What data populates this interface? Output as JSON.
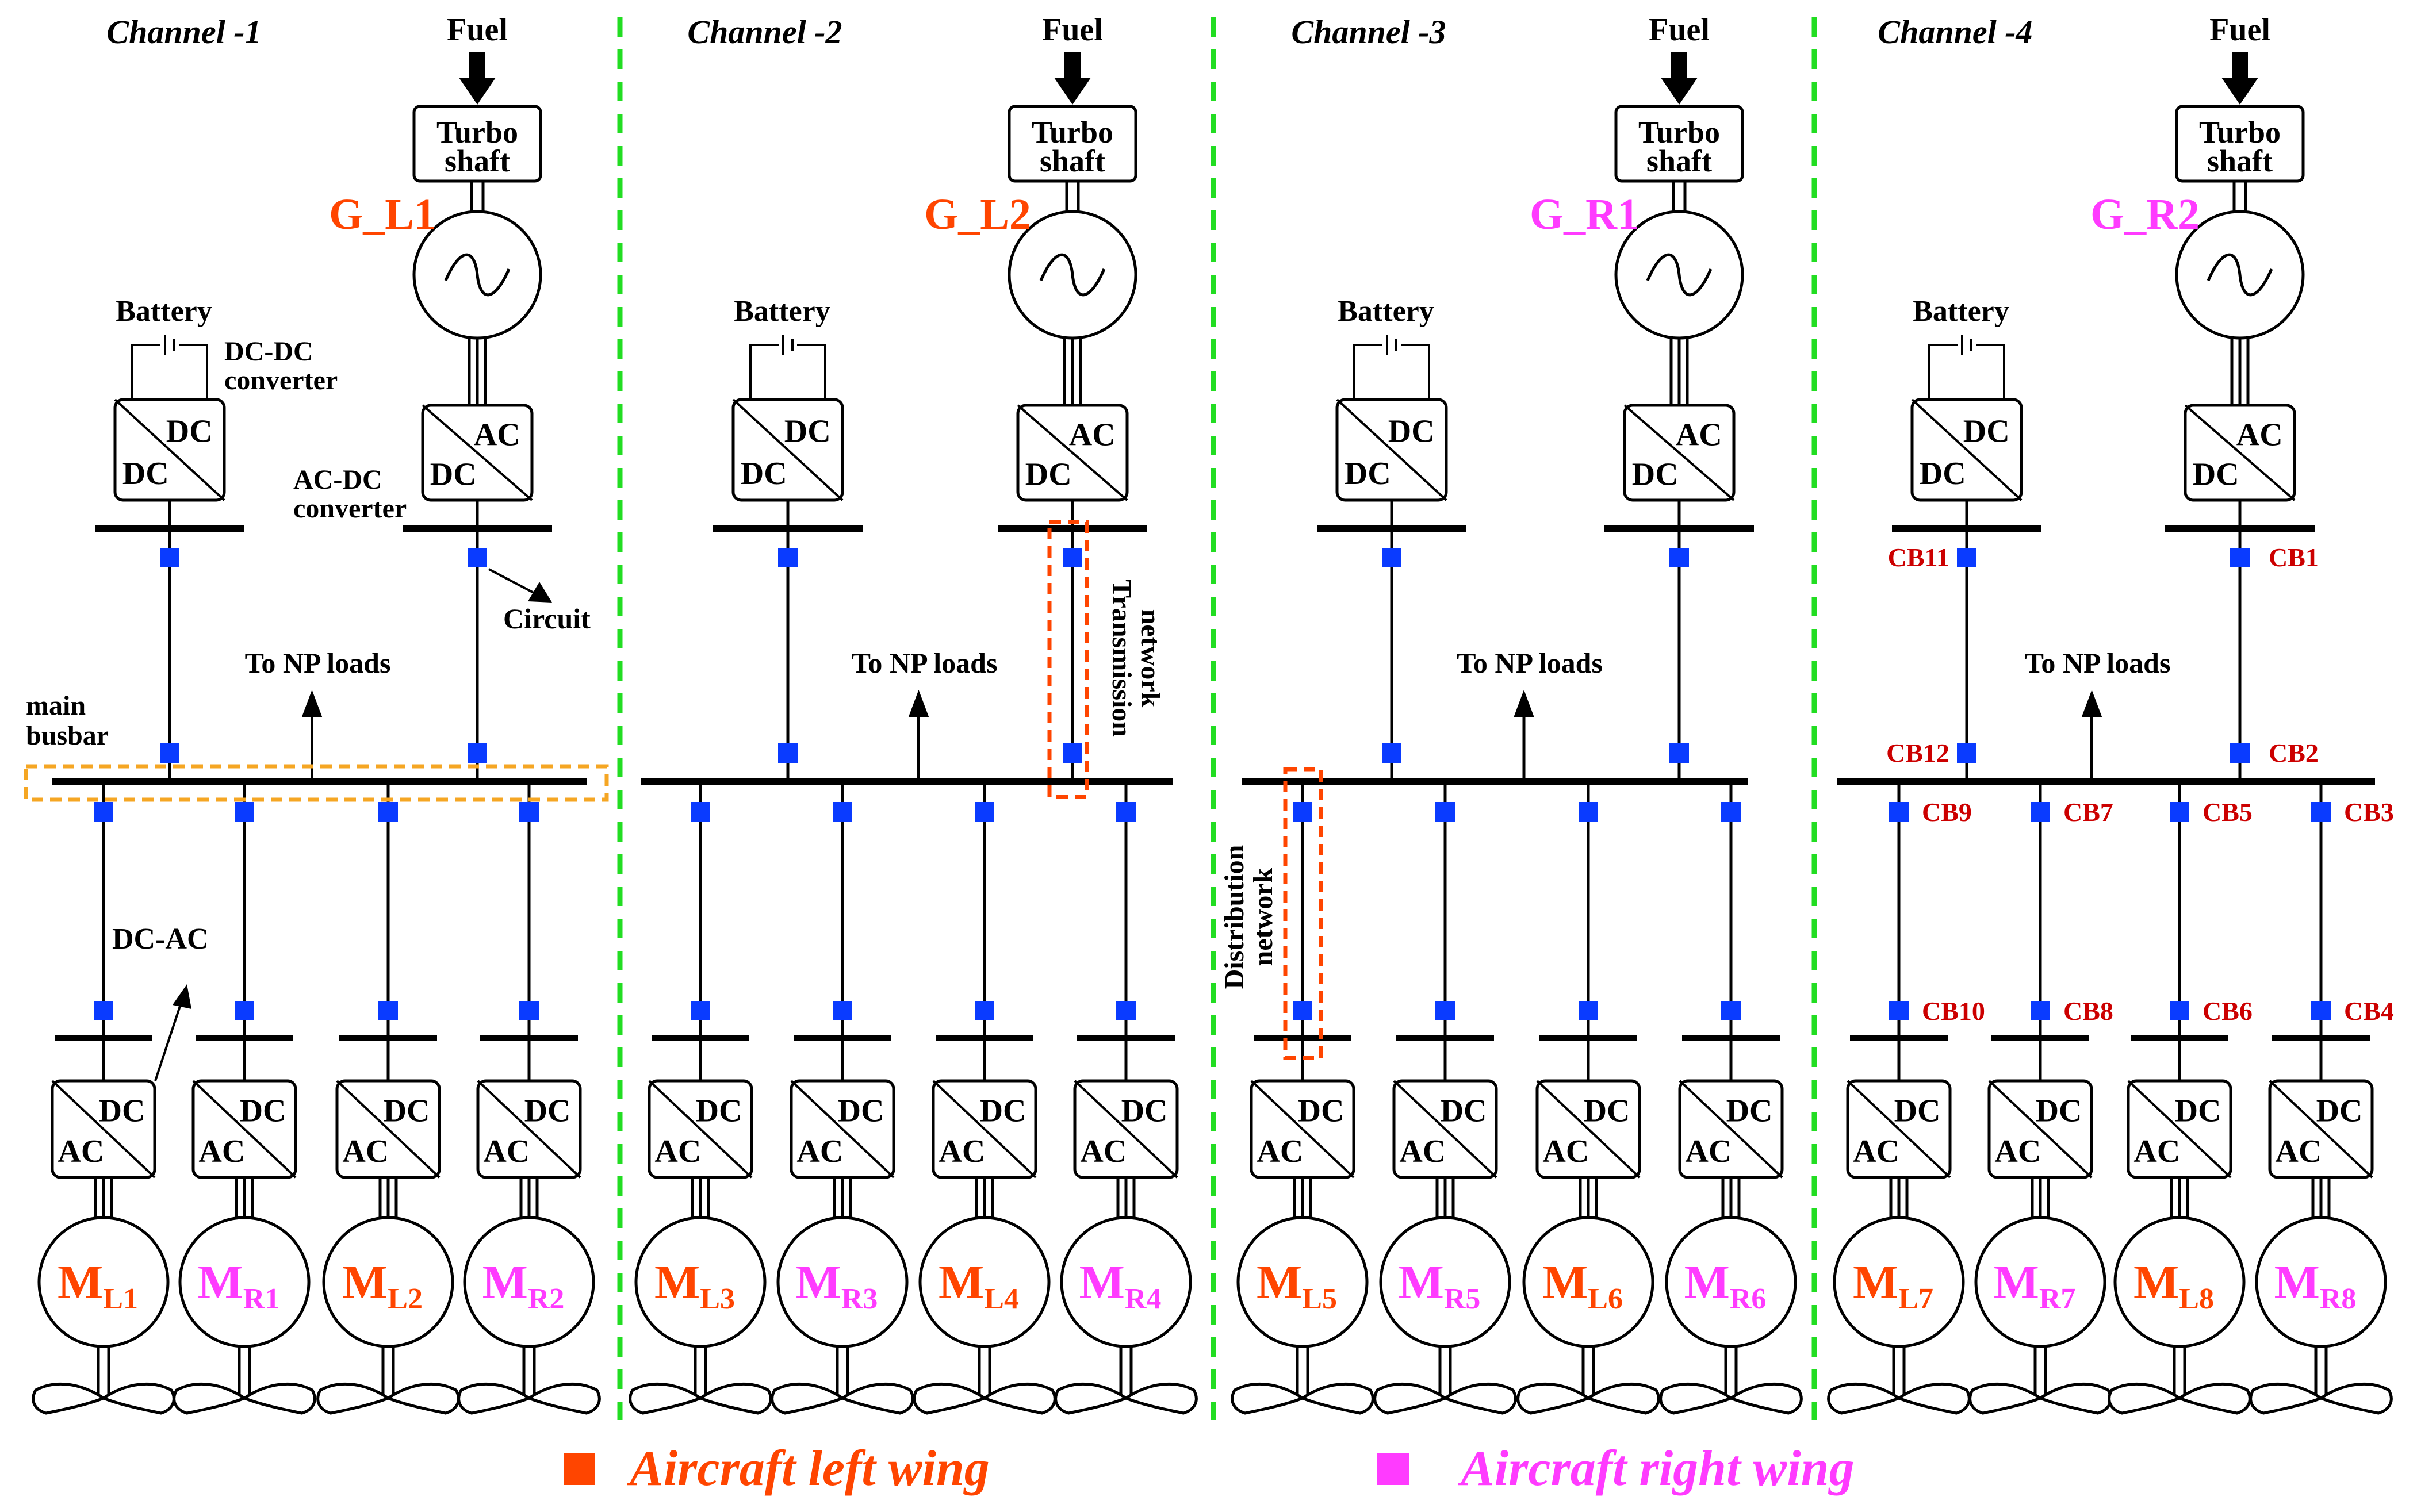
{
  "colors": {
    "left": "#FF4500",
    "right": "#FF3BFF",
    "breaker": "#0A3BFF",
    "cb_text": "#CC0000",
    "divider": "#22DD22",
    "highlight_main": "#F5A623",
    "highlight_net": "#FF4500"
  },
  "channels": [
    {
      "title": "Channel -1",
      "fuel": "Fuel",
      "turbo": [
        "Turbo",
        "shaft"
      ],
      "generator": "G_L1",
      "gen_side": "left",
      "battery": "Battery",
      "bat_conv_in": "DC",
      "bat_conv_out": "DC",
      "gen_conv_in": "AC",
      "gen_conv_out": "DC",
      "np_loads": "To NP loads",
      "motors": [
        {
          "base": "M",
          "sub": "L1",
          "side": "left"
        },
        {
          "base": "M",
          "sub": "R1",
          "side": "right"
        },
        {
          "base": "M",
          "sub": "L2",
          "side": "left"
        },
        {
          "base": "M",
          "sub": "R2",
          "side": "right"
        }
      ],
      "motor_conv_top": "DC",
      "motor_conv_bottom": "AC",
      "cb_labels": {}
    },
    {
      "title": "Channel -2",
      "fuel": "Fuel",
      "turbo": [
        "Turbo",
        "shaft"
      ],
      "generator": "G_L2",
      "gen_side": "left",
      "battery": "Battery",
      "bat_conv_in": "DC",
      "bat_conv_out": "DC",
      "gen_conv_in": "AC",
      "gen_conv_out": "DC",
      "np_loads": "To NP loads",
      "motors": [
        {
          "base": "M",
          "sub": "L3",
          "side": "left"
        },
        {
          "base": "M",
          "sub": "R3",
          "side": "right"
        },
        {
          "base": "M",
          "sub": "L4",
          "side": "left"
        },
        {
          "base": "M",
          "sub": "R4",
          "side": "right"
        }
      ],
      "motor_conv_top": "DC",
      "motor_conv_bottom": "AC",
      "cb_labels": {}
    },
    {
      "title": "Channel -3",
      "fuel": "Fuel",
      "turbo": [
        "Turbo",
        "shaft"
      ],
      "generator": "G_R1",
      "gen_side": "right",
      "battery": "Battery",
      "bat_conv_in": "DC",
      "bat_conv_out": "DC",
      "gen_conv_in": "AC",
      "gen_conv_out": "DC",
      "np_loads": "To NP loads",
      "motors": [
        {
          "base": "M",
          "sub": "L5",
          "side": "left"
        },
        {
          "base": "M",
          "sub": "R5",
          "side": "right"
        },
        {
          "base": "M",
          "sub": "L6",
          "side": "left"
        },
        {
          "base": "M",
          "sub": "R6",
          "side": "right"
        }
      ],
      "motor_conv_top": "DC",
      "motor_conv_bottom": "AC",
      "cb_labels": {}
    },
    {
      "title": "Channel -4",
      "fuel": "Fuel",
      "turbo": [
        "Turbo",
        "shaft"
      ],
      "generator": "G_R2",
      "gen_side": "right",
      "battery": "Battery",
      "bat_conv_in": "DC",
      "bat_conv_out": "DC",
      "gen_conv_in": "AC",
      "gen_conv_out": "DC",
      "np_loads": "To NP loads",
      "motors": [
        {
          "base": "M",
          "sub": "L7",
          "side": "left"
        },
        {
          "base": "M",
          "sub": "R7",
          "side": "right"
        },
        {
          "base": "M",
          "sub": "L8",
          "side": "left"
        },
        {
          "base": "M",
          "sub": "R8",
          "side": "right"
        }
      ],
      "motor_conv_top": "DC",
      "motor_conv_bottom": "AC",
      "cb_labels": {
        "bat_top": "CB11",
        "bat_bottom": "CB12",
        "gen_top": "CB1",
        "gen_bottom": "CB2",
        "motor_top": [
          "CB9",
          "CB7",
          "CB5",
          "CB3"
        ],
        "motor_bottom": [
          "CB10",
          "CB8",
          "CB6",
          "CB4"
        ]
      }
    }
  ],
  "annotations": {
    "dcdc_converter": [
      "DC-DC",
      "converter"
    ],
    "acdc_converter": [
      "AC-DC",
      "converter"
    ],
    "circuit": "Circuit",
    "main_busbar": [
      "main",
      "busbar"
    ],
    "dcac": "DC-AC",
    "transmission_network": [
      "Transmission",
      "network"
    ],
    "distribution_network": [
      "Distribution",
      "network"
    ]
  },
  "legend": {
    "left": "Aircraft left wing",
    "right": "Aircraft right wing"
  }
}
